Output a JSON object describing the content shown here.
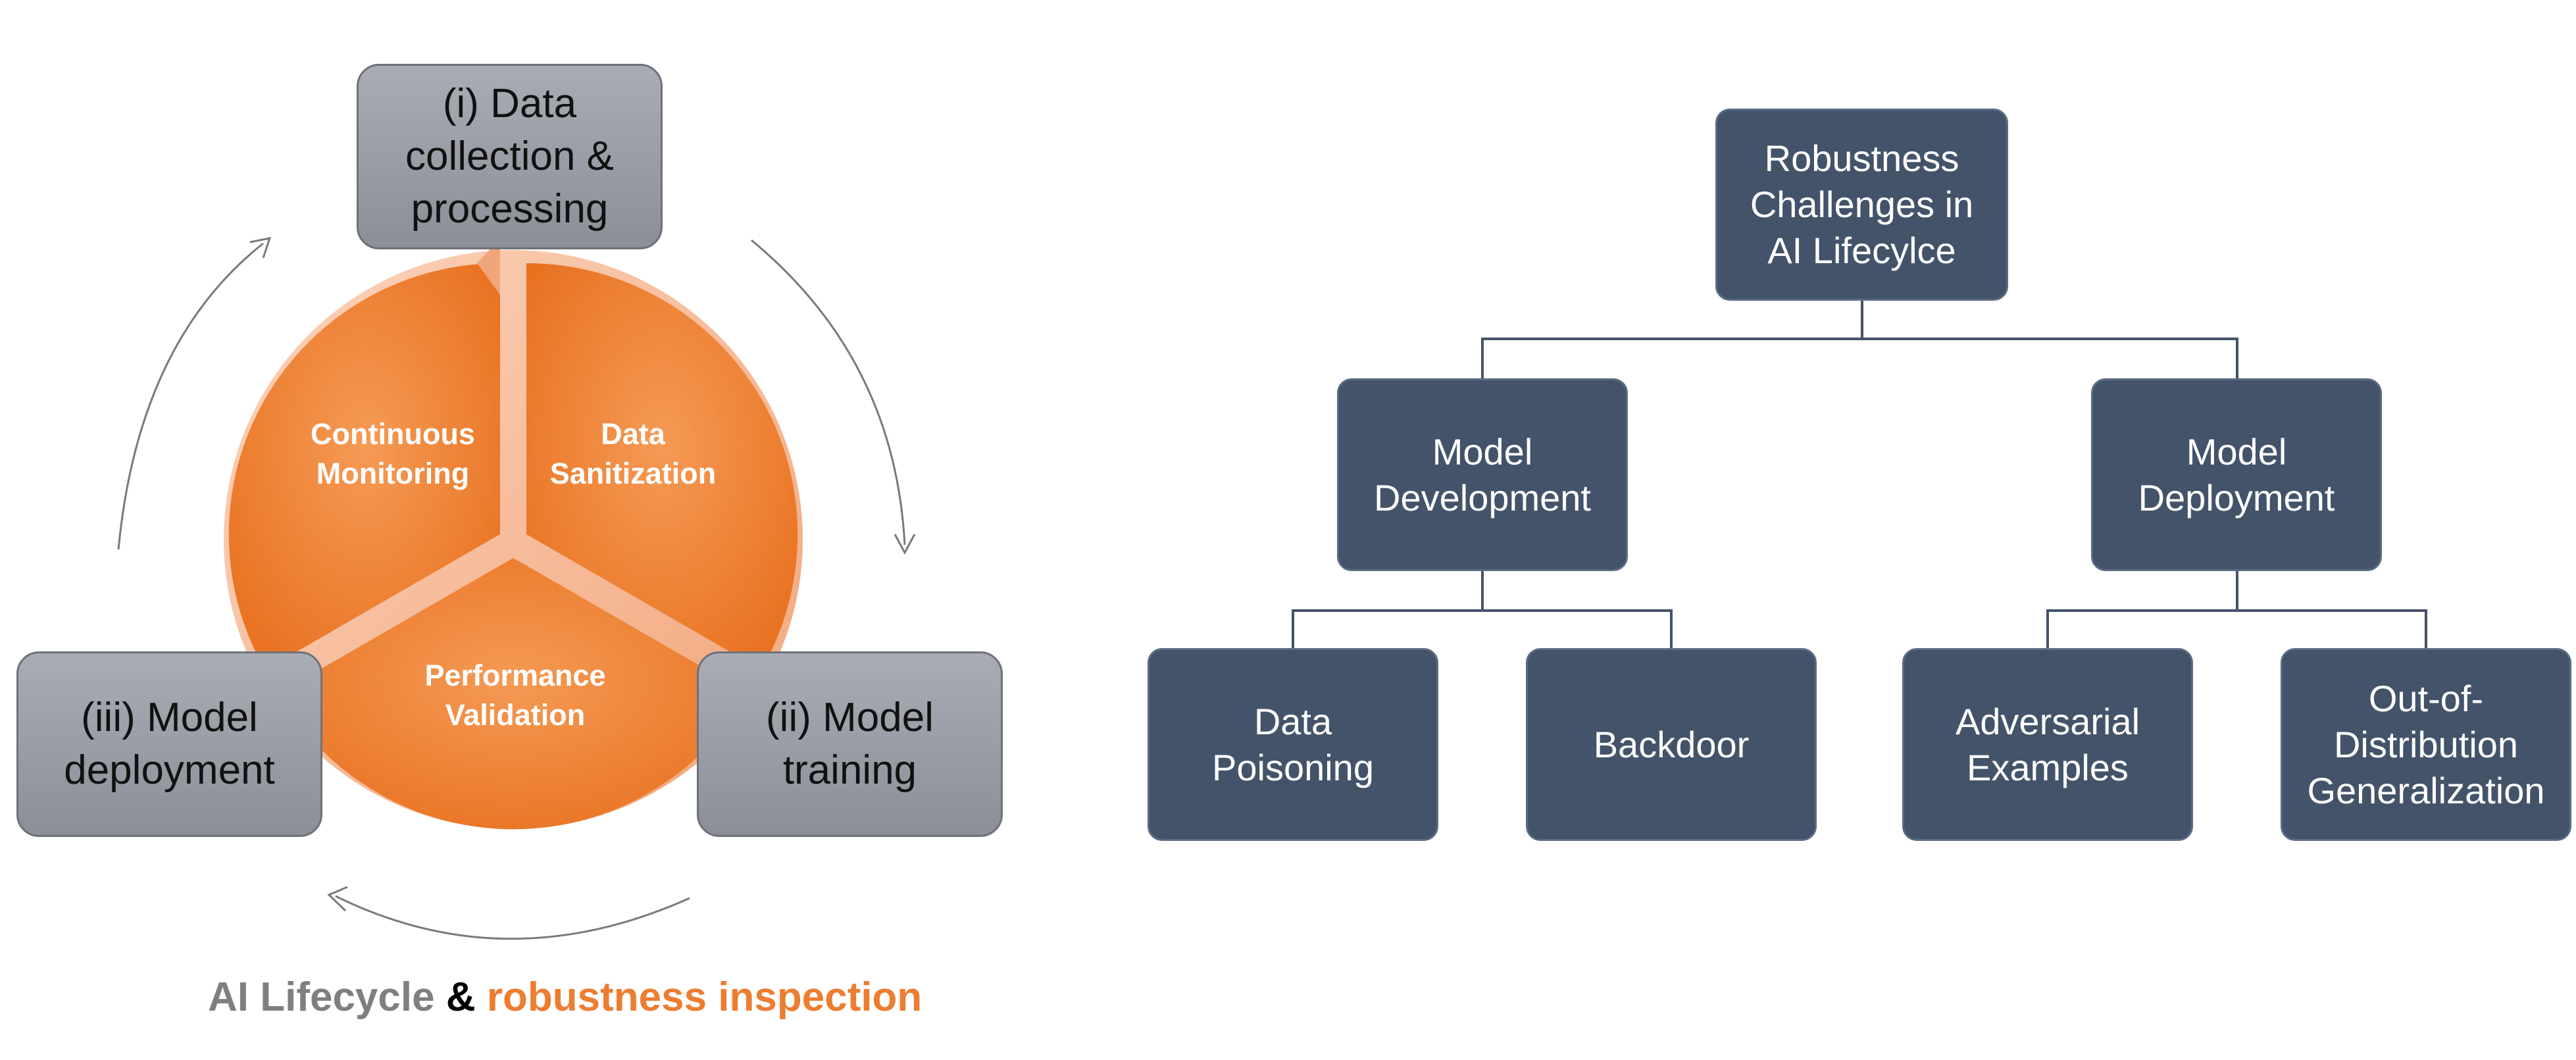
{
  "lifecycle": {
    "stages": [
      "(i) Data\ncollection &\nprocessing",
      "(ii) Model\ntraining",
      "(iii) Model\ndeployment"
    ],
    "segments": [
      "Data\nSanitization",
      "Performance\nValidation",
      "Continuous\nMonitoring"
    ],
    "caption": {
      "part1": "AI Lifecycle",
      "part2": "&",
      "part3": "robustness inspection"
    },
    "colors": {
      "orange": "#ed7d31",
      "gray_box": "#9a9da5",
      "caption_gray": "#7f7f7f"
    }
  },
  "tree": {
    "root": "Robustness\nChallenges in\nAI Lifecylce",
    "branches": [
      {
        "label": "Model\nDevelopment",
        "children": [
          "Data\nPoisoning",
          "Backdoor"
        ]
      },
      {
        "label": "Model\nDeployment",
        "children": [
          "Adversarial\nExamples",
          "Out-of-\nDistribution\nGeneralization"
        ]
      }
    ],
    "colors": {
      "node_fill": "#435369",
      "connector": "#435369"
    }
  }
}
